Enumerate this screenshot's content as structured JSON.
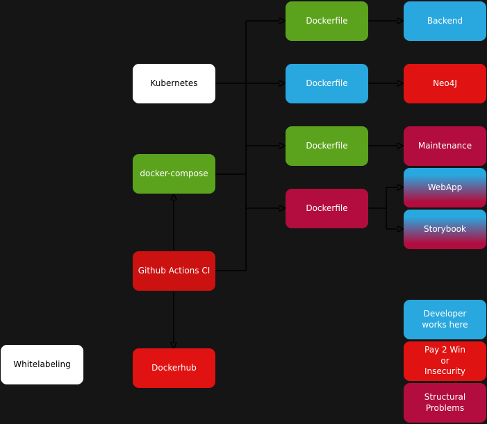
{
  "diagram": {
    "nodes": {
      "kubernetes": {
        "label": "Kubernetes",
        "color": "#ffffff"
      },
      "docker_compose": {
        "label": "docker-compose",
        "color": "#5ba31c"
      },
      "github_actions_ci": {
        "label": "Github Actions CI",
        "color": "#cc1111"
      },
      "dockerhub": {
        "label": "Dockerhub",
        "color": "#e11212"
      },
      "whitelabeling": {
        "label": "Whitelabeling",
        "color": "#ffffff"
      },
      "dockerfile_backend": {
        "label": "Dockerfile",
        "color": "#5ba31c"
      },
      "backend": {
        "label": "Backend",
        "color": "#29a8df"
      },
      "dockerfile_neo4j": {
        "label": "Dockerfile",
        "color": "#29a8df"
      },
      "neo4j": {
        "label": "Neo4J",
        "color": "#e11212"
      },
      "dockerfile_maintenance": {
        "label": "Dockerfile",
        "color": "#5ba31c"
      },
      "maintenance": {
        "label": "Maintenance",
        "color": "#b20d3e"
      },
      "dockerfile_webapp": {
        "label": "Dockerfile",
        "color": "#b20d3e"
      },
      "webapp": {
        "label": "WebApp",
        "color": "gradient-blue-crimson"
      },
      "storybook": {
        "label": "Storybook",
        "color": "gradient-blue-crimson"
      }
    },
    "legend": {
      "developer": {
        "label": "Developer\nworks here",
        "color": "#29a8df"
      },
      "pay2win": {
        "label": "Pay 2 Win\nor\nInsecurity",
        "color": "#e11212"
      },
      "structural": {
        "label": "Structural Problems",
        "color": "#b20d3e"
      }
    },
    "edges": [
      {
        "from": "kubernetes",
        "to": "shared-bus",
        "arrow": false
      },
      {
        "from": "docker_compose",
        "to": "shared-bus",
        "arrow": false
      },
      {
        "from": "github_actions_ci",
        "to": "shared-bus",
        "arrow": false
      },
      {
        "from": "shared-bus",
        "to": "dockerfile_backend",
        "arrow": true
      },
      {
        "from": "shared-bus",
        "to": "dockerfile_neo4j",
        "arrow": true
      },
      {
        "from": "shared-bus",
        "to": "dockerfile_maintenance",
        "arrow": true
      },
      {
        "from": "shared-bus",
        "to": "dockerfile_webapp",
        "arrow": true
      },
      {
        "from": "dockerfile_backend",
        "to": "backend",
        "arrow": true
      },
      {
        "from": "dockerfile_neo4j",
        "to": "neo4j",
        "arrow": true
      },
      {
        "from": "dockerfile_maintenance",
        "to": "maintenance",
        "arrow": true
      },
      {
        "from": "dockerfile_webapp",
        "to": "webapp",
        "arrow": true
      },
      {
        "from": "dockerfile_webapp",
        "to": "storybook",
        "arrow": true
      },
      {
        "from": "github_actions_ci",
        "to": "docker_compose",
        "arrow": true
      },
      {
        "from": "github_actions_ci",
        "to": "dockerhub",
        "arrow": true
      }
    ],
    "colors": {
      "background": "#151515",
      "edge": "#000000",
      "green": "#5ba31c",
      "blue": "#29a8df",
      "red": "#e11212",
      "dark_red": "#cc1111",
      "crimson": "#b20d3e",
      "white": "#ffffff"
    }
  }
}
